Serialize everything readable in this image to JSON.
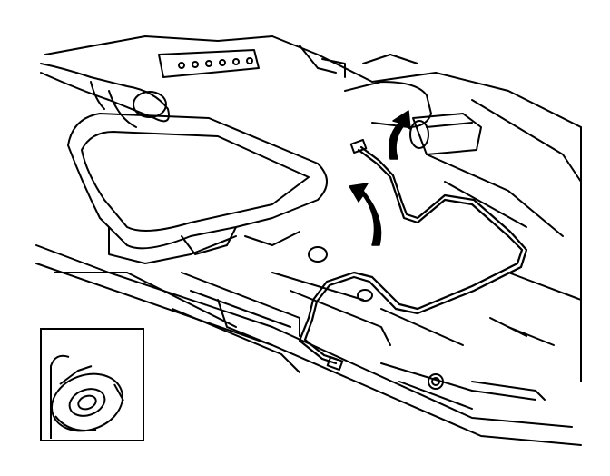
{
  "diagram": {
    "ink_color": "#000000",
    "background_color": "#ffffff",
    "arrow_count": 2,
    "components": [
      "underbody-floor-panel",
      "exhaust-pipe",
      "fuel-tank-shield",
      "routed-tube-line",
      "bracket-with-holes",
      "rear-mounted-component",
      "connector-fitting"
    ],
    "inset_icon": "tape-roll-icon"
  }
}
